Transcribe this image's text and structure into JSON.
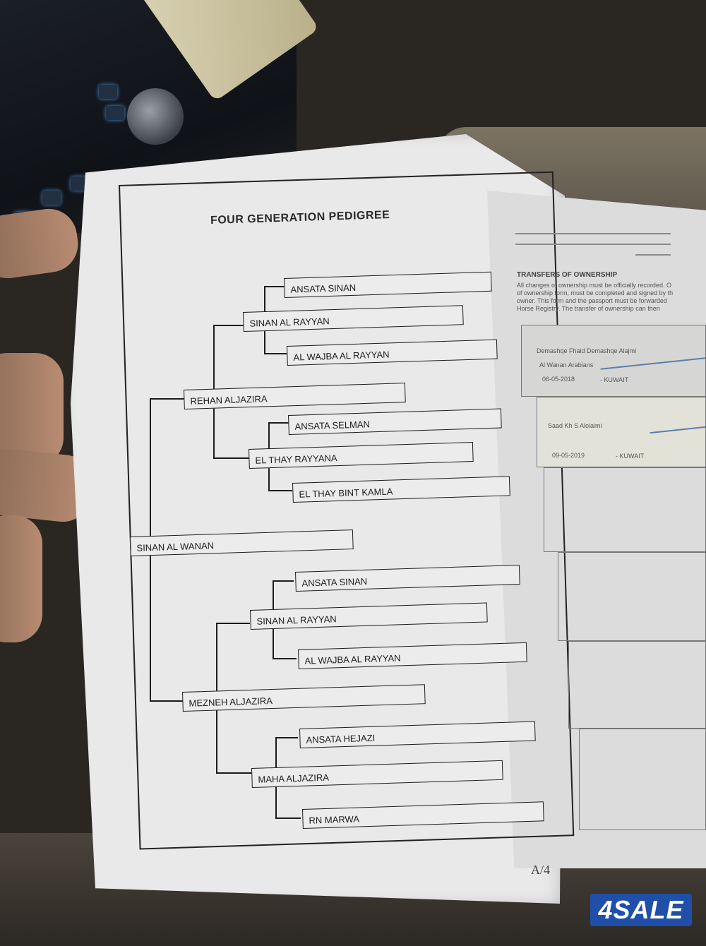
{
  "pedigree": {
    "title": "FOUR GENERATION PEDIGREE",
    "subject": "SINAN AL WANAN",
    "sire": "REHAN ALJAZIRA",
    "dam": "MEZNEH ALJAZIRA",
    "sire_sire": "SINAN AL RAYYAN",
    "sire_dam": "EL THAY RAYYANA",
    "dam_sire": "SINAN AL RAYYAN",
    "dam_dam": "MAHA ALJAZIRA",
    "ss_sire": "ANSATA SINAN",
    "ss_dam": "AL WAJBA AL RAYYAN",
    "sd_sire": "ANSATA SELMAN",
    "sd_dam": "EL THAY BINT KAMLA",
    "ds_sire": "ANSATA SINAN",
    "ds_dam": "AL WAJBA AL RAYYAN",
    "dd_sire": "ANSATA HEJAZI",
    "dd_dam": "RN MARWA",
    "page_number": "A/4"
  },
  "transfers": {
    "heading": "TRANSFERS OF OWNERSHIP",
    "note_1": "All changes of ownership must be officially recorded. O",
    "note_2": "of ownership form, must be completed and signed by th",
    "note_3": "owner. This form and the passport must be forwarded",
    "note_4": "Horse Registry. The transfer of ownership can then",
    "entry_1_name": "Demashqe Fhaid Demashqe Alajmi",
    "entry_1_org": "Al Wanan Arabians",
    "entry_1_date": "06-05-2018",
    "entry_1_place": "- KUWAIT",
    "entry_2_name": "Saad Kh S Alolaimi",
    "entry_2_date": "09-05-2019",
    "entry_2_place": "- KUWAIT"
  },
  "watermark": "4SALE"
}
